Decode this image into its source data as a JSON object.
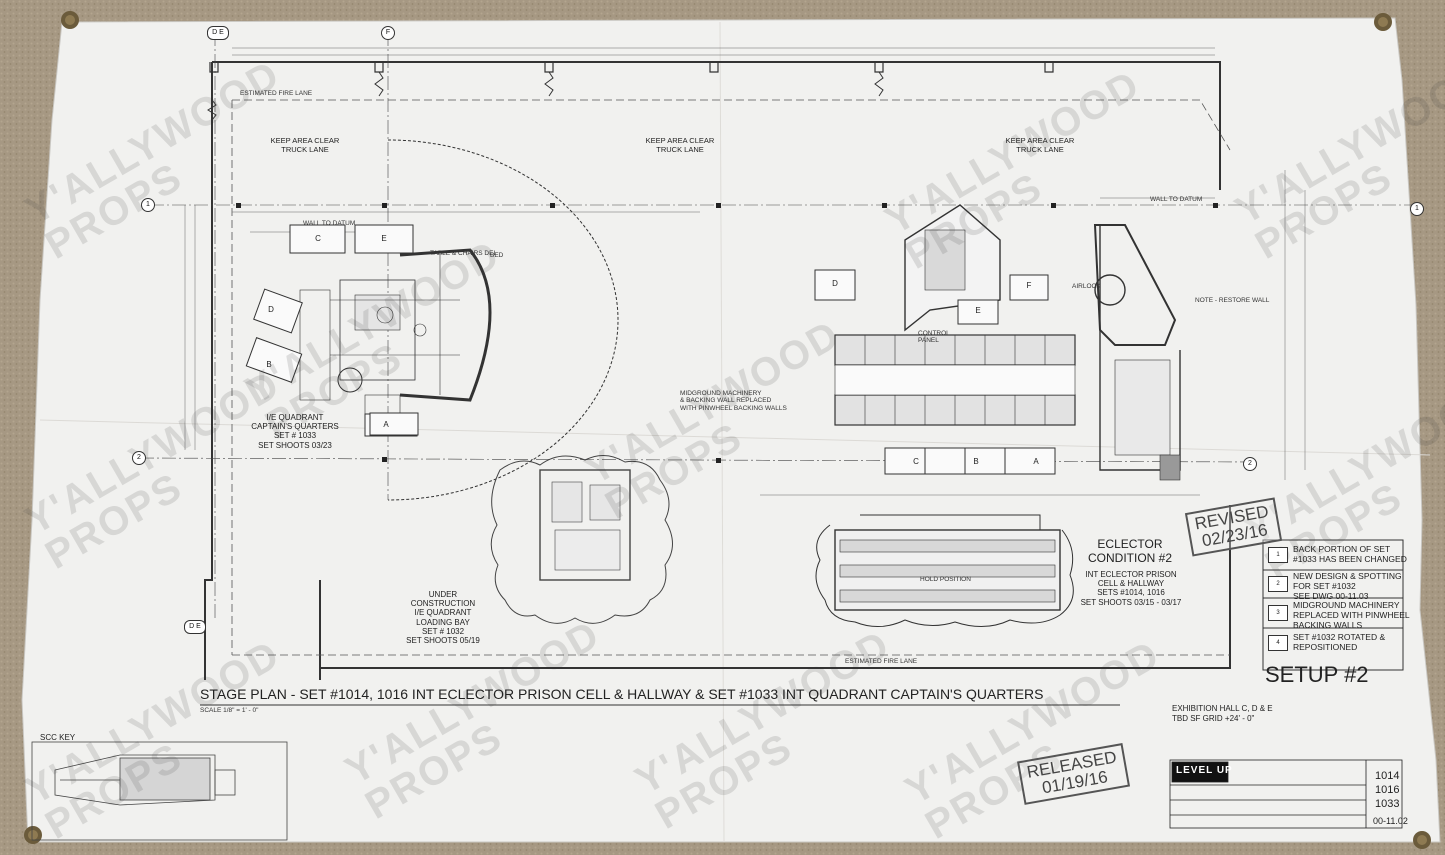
{
  "drawing": {
    "title": "STAGE PLAN -  SET #1014, 1016 INT ECLECTOR PRISON CELL & HALLWAY & SET #1033 INT QUADRANT CAPTAIN'S QUARTERS",
    "scale": "SCALE 1/8\" = 1' - 0\"",
    "setup": "SETUP #2",
    "hall": "EXHIBITION HALL C, D & E",
    "hall_sub": "TBD SF    GRID +24' - 0\"",
    "scc_key": "SCC KEY"
  },
  "grid": {
    "de": "D E",
    "f": "F",
    "row1": "1",
    "row2": "2"
  },
  "labels": {
    "keep1": "KEEP AREA CLEAR\nTRUCK LANE",
    "keep2": "KEEP AREA CLEAR\nTRUCK LANE",
    "keep3": "KEEP AREA CLEAR\nTRUCK LANE",
    "quadrant": "I/E QUADRANT\nCAPTAIN'S QUARTERS\nSET # 1033\nSET SHOOTS 03/23",
    "construction": "UNDER CONSTRUCTION\nI/E QUADRANT\nLOADING BAY\nSET # 1032\nSET SHOOTS 05/19",
    "eclector_title": "ECLECTOR\nCONDITION #2",
    "eclector_body": "INT ECLECTOR PRISON\nCELL & HALLWAY\nSETS #1014, 1016\nSET SHOOTS 03/15 - 03/17",
    "fire_lane_top": "ESTIMATED FIRE LANE",
    "fire_lane_bottom": "ESTIMATED FIRE LANE",
    "wall_datum_1": "WALL TO DATUM",
    "wall_datum_2": "WALL TO DATUM",
    "midground": "MIDGROUND MACHINERY\n& BACKING WALL REPLACED\nWITH PINWHEEL BACKING WALLS",
    "hold_position": "HOLD POSITION",
    "airlock": "AIRLOCK",
    "note_restore": "NOTE - RESTORE WALL",
    "control_panel": "CONTROL\nPANEL",
    "table_chairs": "TABLE & CHAIRS DEL",
    "bed": "BED"
  },
  "scaffold_letters": {
    "q_c": "C",
    "q_e": "E",
    "q_d": "D",
    "q_b": "B",
    "q_a": "A",
    "e_d": "D",
    "e_f": "F",
    "e_e": "E",
    "e_c": "C",
    "e_b": "B",
    "e_a": "A"
  },
  "stamps": {
    "revised": "REVISED\n02/23/16",
    "released": "RELEASED\n01/19/16"
  },
  "revisions": [
    {
      "num": "1",
      "text": "BACK PORTION OF SET\n#1033 HAS BEEN CHANGED"
    },
    {
      "num": "2",
      "text": "NEW DESIGN & SPOTTING\nFOR SET #1032\nSEE DWG 00-11.03"
    },
    {
      "num": "3",
      "text": "MIDGROUND MACHINERY\nREPLACED WITH PINWHEEL\nBACKING WALLS"
    },
    {
      "num": "4",
      "text": "SET #1032 ROTATED &\nREPOSITIONED"
    }
  ],
  "title_block": {
    "logo": "LEVEL UP",
    "sets": [
      "1014",
      "1016",
      "1033"
    ],
    "sheet": "00-11.02"
  },
  "watermark": {
    "line1": "Y'ALLYWOOD",
    "line2": "PROPS"
  }
}
